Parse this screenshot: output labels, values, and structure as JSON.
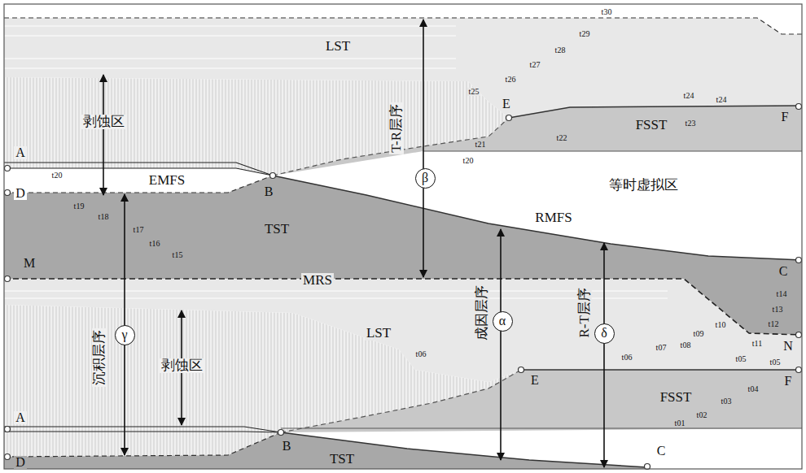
{
  "diagram": {
    "nodes": [
      {
        "text": [
          "β"
        ]
      },
      {
        "text": [
          "γ"
        ]
      },
      {
        "text": [
          "α"
        ]
      },
      {
        "text": [
          "δ"
        ]
      }
    ],
    "labels": [
      "LST",
      "t30",
      "t29",
      "t28",
      "t27",
      "t26",
      "t25",
      "t24",
      "t24",
      "t23",
      "t22",
      "t21",
      "t20",
      "剥蚀区",
      "FSST",
      "E",
      "F",
      "A",
      "t20",
      "EMFS",
      "D",
      "B",
      "t19",
      "t18",
      "t17",
      "t16",
      "t15",
      "TST",
      "M",
      "T-R层序",
      "等时虚拟区",
      "RMFS",
      "C",
      "MRS",
      "沉积层序",
      "LST",
      "剥蚀区",
      "t06",
      "成因层序",
      "R-T层序",
      "t14",
      "t13",
      "t12",
      "t11",
      "t10",
      "t09",
      "t08",
      "t07",
      "t06",
      "N",
      "t05",
      "t05",
      "E",
      "F",
      "FSST",
      "t04",
      "t03",
      "t02",
      "t01",
      "A",
      "D",
      "B",
      "TST",
      "C"
    ]
  }
}
